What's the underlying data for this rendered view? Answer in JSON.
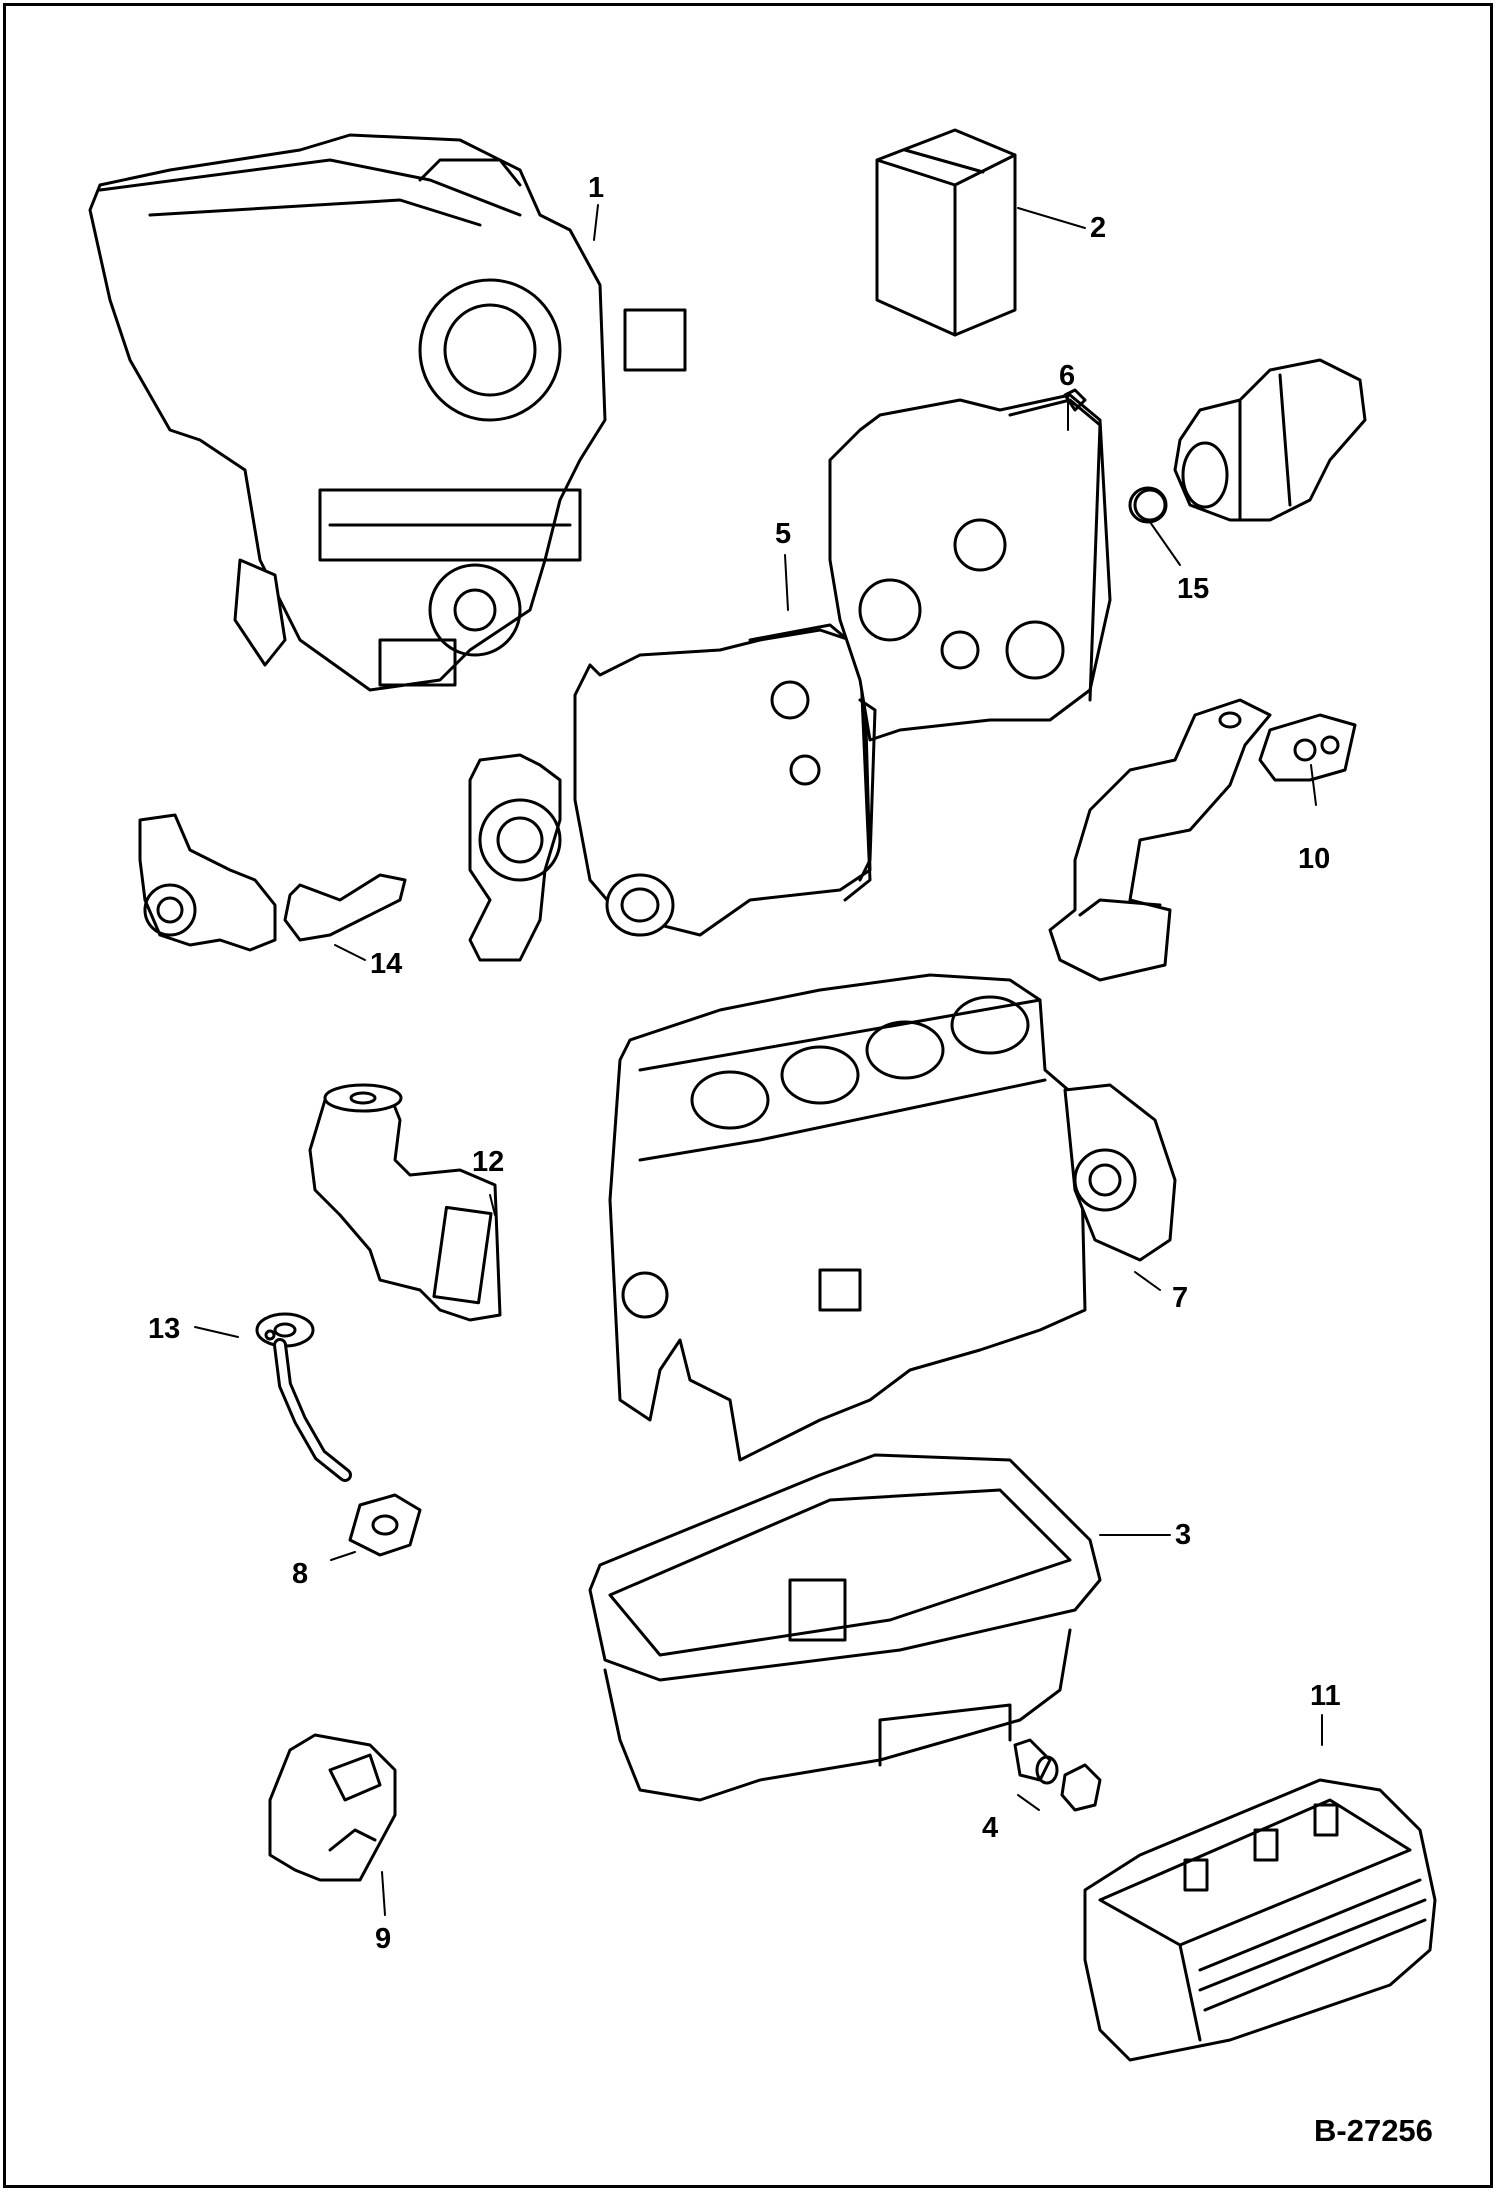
{
  "callouts": [
    {
      "id": "1",
      "text": "1"
    },
    {
      "id": "2",
      "text": "2"
    },
    {
      "id": "3",
      "text": "3"
    },
    {
      "id": "4",
      "text": "4"
    },
    {
      "id": "5",
      "text": "5"
    },
    {
      "id": "6",
      "text": "6"
    },
    {
      "id": "7",
      "text": "7"
    },
    {
      "id": "8",
      "text": "8"
    },
    {
      "id": "9",
      "text": "9"
    },
    {
      "id": "10",
      "text": "10"
    },
    {
      "id": "11",
      "text": "11"
    },
    {
      "id": "12",
      "text": "12"
    },
    {
      "id": "13",
      "text": "13"
    },
    {
      "id": "14",
      "text": "14"
    },
    {
      "id": "15",
      "text": "15"
    }
  ],
  "reference": "B-27256",
  "colors": {
    "ink": "#000000",
    "paper": "#ffffff",
    "shade": "#d9d9d9"
  }
}
